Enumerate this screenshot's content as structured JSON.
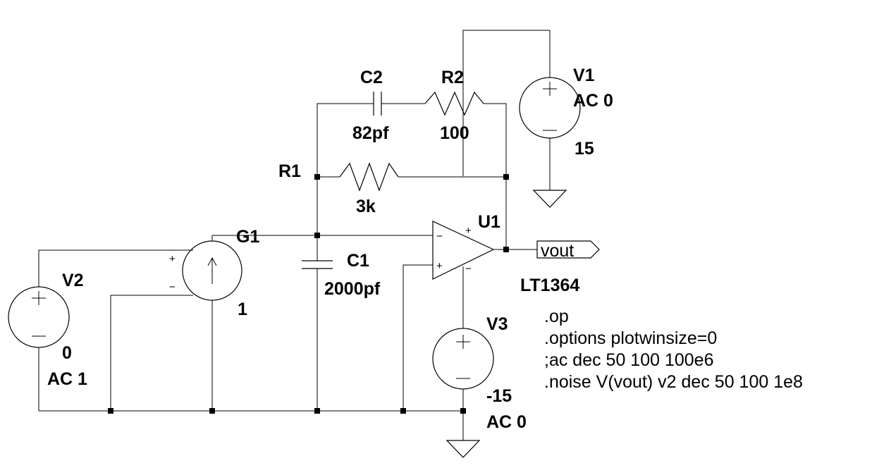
{
  "components": {
    "c2": {
      "ref": "C2",
      "value": "82pf"
    },
    "r2": {
      "ref": "R2",
      "value": "100"
    },
    "v1": {
      "ref": "V1",
      "ac": "AC 0",
      "value": "15"
    },
    "r1": {
      "ref": "R1",
      "value": "3k"
    },
    "g1": {
      "ref": "G1",
      "value": "1"
    },
    "u1": {
      "ref": "U1",
      "value": "LT1364"
    },
    "c1": {
      "ref": "C1",
      "value": "2000pf"
    },
    "v2": {
      "ref": "V2",
      "value": "0",
      "ac": "AC 1"
    },
    "v3": {
      "ref": "V3",
      "value": "-15",
      "ac": "AC 0"
    }
  },
  "net_labels": {
    "vout": "vout"
  },
  "pin_marks": {
    "plus": "+",
    "minus": "−"
  },
  "directives": [
    ".op",
    ".options plotwinsize=0",
    ";ac dec 50 100 100e6",
    ".noise V(vout) v2 dec 50 100 1e8"
  ]
}
